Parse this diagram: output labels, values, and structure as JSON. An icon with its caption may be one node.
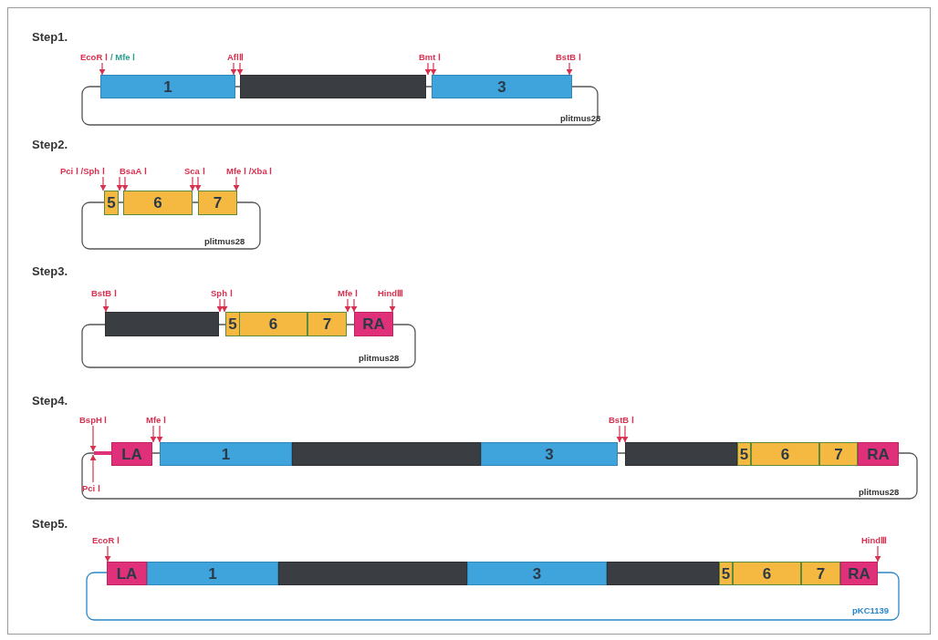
{
  "diagram": {
    "nodes": [
      {
        "text": [
          "EcoR Ⅰ",
          "/ Mfe Ⅰ"
        ]
      },
      {
        "text": [
          "AflⅡ"
        ]
      },
      {
        "text": [
          "Bmt Ⅰ"
        ]
      },
      {
        "text": [
          "BstB Ⅰ"
        ]
      },
      {
        "text": [
          "1"
        ]
      },
      {
        "text": [],
        "shape": "bar"
      },
      {
        "text": [
          "3"
        ]
      },
      {
        "text": [
          "Pci Ⅰ /Sph Ⅰ"
        ]
      },
      {
        "text": [
          "BsaA Ⅰ"
        ]
      },
      {
        "text": [
          "Sca Ⅰ"
        ]
      },
      {
        "text": [
          "Mfe Ⅰ /Xba Ⅰ"
        ]
      },
      {
        "text": [
          "5"
        ]
      },
      {
        "text": [
          "6"
        ]
      },
      {
        "text": [
          "7"
        ]
      },
      {
        "text": [
          "BstB Ⅰ"
        ]
      },
      {
        "text": [
          "Sph Ⅰ"
        ]
      },
      {
        "text": [
          "Mfe Ⅰ"
        ]
      },
      {
        "text": [
          "HindⅢ"
        ]
      },
      {
        "text": [],
        "shape": "bar"
      },
      {
        "text": [
          "5"
        ]
      },
      {
        "text": [
          "6"
        ]
      },
      {
        "text": [
          "7"
        ]
      },
      {
        "text": [
          "RA"
        ]
      },
      {
        "text": [
          "BspH Ⅰ"
        ]
      },
      {
        "text": [
          "Mfe Ⅰ"
        ]
      },
      {
        "text": [
          "BstB Ⅰ"
        ]
      },
      {
        "text": [],
        "shape": "bar"
      },
      {
        "text": [
          "LA"
        ]
      },
      {
        "text": [
          "1"
        ]
      },
      {
        "text": [],
        "shape": "bar"
      },
      {
        "text": [
          "3"
        ]
      },
      {
        "text": [],
        "shape": "bar"
      },
      {
        "text": [
          "5"
        ]
      },
      {
        "text": [
          "6"
        ]
      },
      {
        "text": [
          "7"
        ]
      },
      {
        "text": [
          "RA"
        ]
      },
      {
        "text": [
          "Pci Ⅰ"
        ]
      },
      {
        "text": [
          "EcoR Ⅰ"
        ]
      },
      {
        "text": [
          "HindⅢ"
        ]
      },
      {
        "text": [
          "LA"
        ]
      },
      {
        "text": [
          "1"
        ]
      },
      {
        "text": [],
        "shape": "bar"
      },
      {
        "text": [
          "3"
        ]
      },
      {
        "text": [],
        "shape": "bar"
      },
      {
        "text": [
          "5"
        ]
      },
      {
        "text": [
          "6"
        ]
      },
      {
        "text": [
          "7"
        ]
      },
      {
        "text": [
          "RA"
        ]
      }
    ],
    "edges": [
      {
        "from": 0,
        "to": 4,
        "arrow": "to"
      },
      {
        "from": 1,
        "to": 4,
        "arrow": "to"
      },
      {
        "from": 1,
        "to": 5,
        "arrow": "to"
      },
      {
        "from": 2,
        "to": 5,
        "arrow": "to"
      },
      {
        "from": 2,
        "to": 6,
        "arrow": "to"
      },
      {
        "from": 3,
        "to": 6,
        "arrow": "to"
      },
      {
        "from": 7,
        "to": 11,
        "arrow": "to"
      },
      {
        "from": 7,
        "to": 11,
        "arrow": "to"
      },
      {
        "from": 8,
        "to": 12,
        "arrow": "to"
      },
      {
        "from": 9,
        "to": 12,
        "arrow": "to"
      },
      {
        "from": 9,
        "to": 13,
        "arrow": "to"
      },
      {
        "from": 10,
        "to": 13,
        "arrow": "to"
      },
      {
        "from": 14,
        "to": 18,
        "arrow": "to"
      },
      {
        "from": 15,
        "to": 18,
        "arrow": "to"
      },
      {
        "from": 15,
        "to": 19,
        "arrow": "to"
      },
      {
        "from": 16,
        "to": 21,
        "arrow": "to"
      },
      {
        "from": 16,
        "to": 22,
        "arrow": "to"
      },
      {
        "from": 17,
        "to": 22,
        "arrow": "to"
      },
      {
        "from": 23,
        "to": 26,
        "arrow": "to"
      },
      {
        "from": 24,
        "to": 27,
        "arrow": "to"
      },
      {
        "from": 24,
        "to": 28,
        "arrow": "to"
      },
      {
        "from": 25,
        "to": 30,
        "arrow": "to"
      },
      {
        "from": 25,
        "to": 31,
        "arrow": "to"
      },
      {
        "from": 36,
        "to": 26,
        "arrow": "to"
      },
      {
        "from": 37,
        "to": 39,
        "arrow": "to"
      },
      {
        "from": 38,
        "to": 47,
        "arrow": "to"
      }
    ],
    "labels": [
      "Step1.",
      "plitmus28",
      "Step2.",
      "plitmus28",
      "Step3.",
      "plitmus28",
      "Step4.",
      "plitmus28",
      "Step5.",
      "pKC1139"
    ]
  }
}
